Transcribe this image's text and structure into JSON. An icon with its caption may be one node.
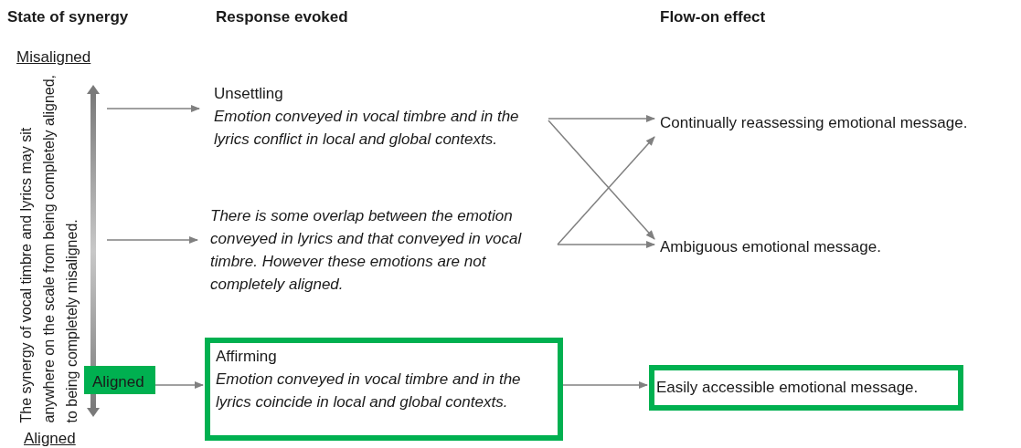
{
  "diagram": {
    "nodes": [
      {
        "text": [
          "Unsettling",
          "Emotion conveyed in vocal timbre and in the lyrics conflict in local and global contexts."
        ]
      },
      {
        "text": [
          "There is some overlap between the emotion conveyed in lyrics and that conveyed in vocal timbre. However these emotions are not completely aligned."
        ]
      },
      {
        "text": [
          "Affirming",
          "Emotion conveyed in vocal timbre and in the lyrics coincide in local and global contexts."
        ]
      },
      {
        "text": [
          "Continually reassessing emotional message."
        ]
      },
      {
        "text": [
          "Ambiguous emotional message."
        ]
      },
      {
        "text": [
          "Easily accessible emotional message."
        ]
      },
      {
        "text": [
          "Aligned"
        ]
      }
    ],
    "edges": [
      {
        "from": null,
        "to": 0,
        "arrow": "to"
      },
      {
        "from": null,
        "to": 1,
        "arrow": "to"
      },
      {
        "from": 6,
        "to": 2,
        "arrow": "to"
      },
      {
        "from": 0,
        "to": 3,
        "arrow": "to"
      },
      {
        "from": 0,
        "to": 4,
        "arrow": "to"
      },
      {
        "from": 1,
        "to": 3,
        "arrow": "to"
      },
      {
        "from": 1,
        "to": 4,
        "arrow": "to"
      },
      {
        "from": 2,
        "to": 5,
        "arrow": "to"
      }
    ],
    "labels": [
      "State of synergy",
      "Response evoked",
      "Flow-on effect",
      "Misaligned",
      "The synergy of vocal timbre and lyrics may sit anywhere on the scale from being completely aligned, to being completely misaligned.",
      "Aligned"
    ]
  }
}
